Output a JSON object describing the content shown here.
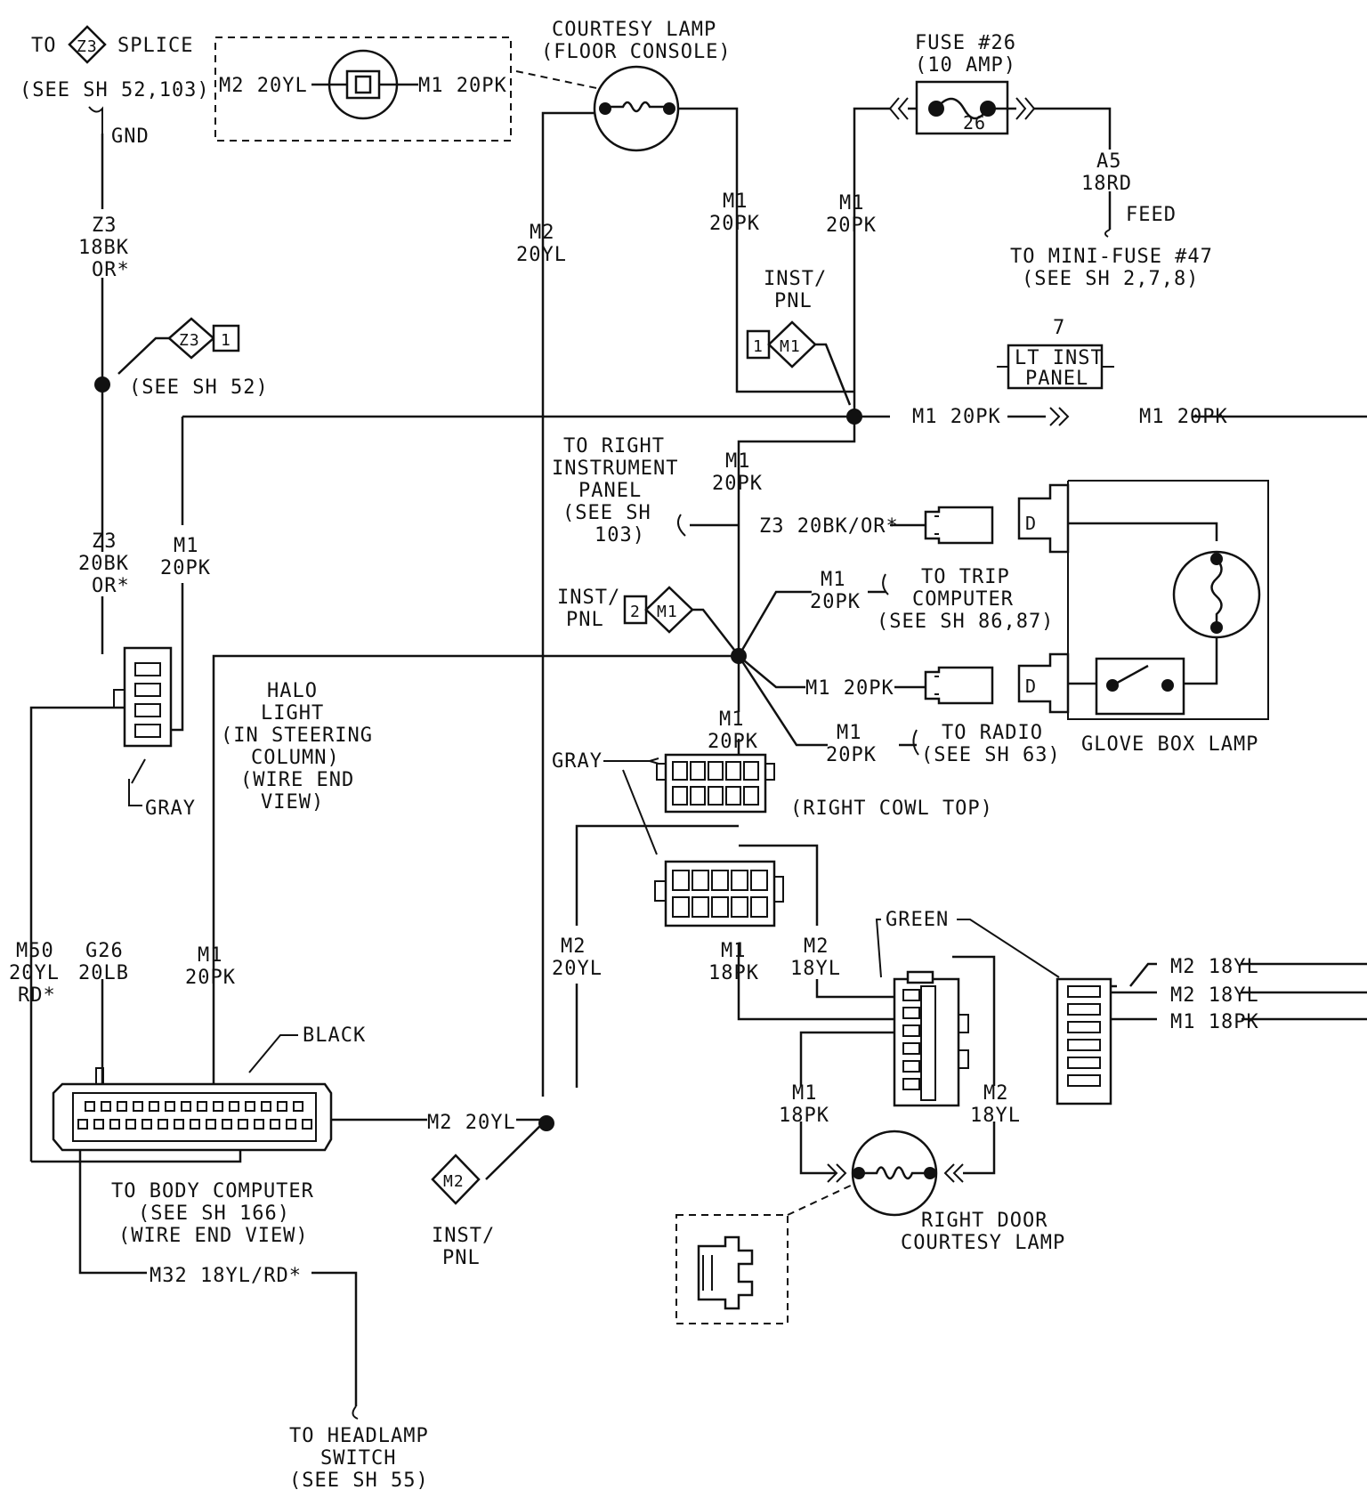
{
  "labels": {
    "splice_to": "TO",
    "splice_word": "SPLICE",
    "splice_ref": "(SEE SH 52,103)",
    "gnd": "GND",
    "z3_top_1": "Z3",
    "z3_top_2": "18BK",
    "z3_top_3": "OR*",
    "see_sh_52": "(SEE SH 52)",
    "z3_mid_1": "Z3",
    "z3_mid_2": "20BK",
    "z3_mid_3": "OR*",
    "m1_left_1": "M1",
    "m1_left_2": "20PK",
    "gray_left": "GRAY",
    "halo_1": "HALO",
    "halo_2": "LIGHT",
    "halo_3": "(IN STEERING",
    "halo_4": "COLUMN)",
    "halo_5": "(WIRE END",
    "halo_6": "VIEW)",
    "m50_1": "M50",
    "m50_2": "20YL",
    "m50_3": "RD*",
    "g26_1": "G26",
    "g26_2": "20LB",
    "m1_bc_1": "M1",
    "m1_bc_2": "20PK",
    "black": "BLACK",
    "m2_bc": "M2 20YL",
    "body_comp_1": "TO BODY COMPUTER",
    "body_comp_2": "(SEE SH 166)",
    "body_comp_3": "(WIRE END VIEW)",
    "m32": "M32 18YL/RD*",
    "headlamp_1": "TO HEADLAMP",
    "headlamp_2": "SWITCH",
    "headlamp_3": "(SEE SH 55)",
    "conn_m2": "M2 20YL",
    "conn_m1": "M1 20PK",
    "courtesy_1": "COURTESY LAMP",
    "courtesy_2": "(FLOOR CONSOLE)",
    "m2_center_1": "M2",
    "m2_center_2": "20YL",
    "m1_cl_1": "M1",
    "m1_cl_2": "20PK",
    "m1_fuse_1": "M1",
    "m1_fuse_2": "20PK",
    "fuse_1": "FUSE #26",
    "fuse_2": "(10 AMP)",
    "fuse_num": "26",
    "a5_1": "A5",
    "a5_2": "18RD",
    "feed": "FEED",
    "mini_1": "TO MINI-FUSE #47",
    "mini_2": "(SEE SH 2,7,8)",
    "instpnl_1a": "INST/",
    "instpnl_1b": "PNL",
    "lt_num": "7",
    "lt_1": "LT INST",
    "lt_2": "PANEL",
    "m1_main_1": "M1 20PK",
    "m1_main_2": "M1 20PK",
    "right_ip_1": "TO RIGHT",
    "right_ip_2": "INSTRUMENT",
    "right_ip_3": "PANEL",
    "right_ip_4": "(SEE SH",
    "right_ip_5": "103)",
    "m1_vert_1": "M1",
    "m1_vert_2": "20PK",
    "z3_glove": "Z3 20BK/OR*",
    "instpnl_2a": "INST/",
    "instpnl_2b": "PNL",
    "m1_trip_1": "M1",
    "m1_trip_2": "20PK",
    "trip_1": "TO TRIP",
    "trip_2": "COMPUTER",
    "trip_3": "(SEE SH 86,87)",
    "m1_glove": "M1 20PK",
    "m1_radio_1": "M1",
    "m1_radio_2": "20PK",
    "radio_1": "TO RADIO",
    "radio_2": "(SEE SH 63)",
    "glove_box": "GLOVE BOX LAMP",
    "m1_low_1": "M1",
    "m1_low_2": "20PK",
    "gray_cowl": "GRAY",
    "cowl": "(RIGHT COWL TOP)",
    "m2_low_1": "M2",
    "m2_low_2": "20YL",
    "instpnl_3a": "INST/",
    "instpnl_3b": "PNL",
    "m1_18_1": "M1",
    "m1_18_2": "18PK",
    "m2_18_1": "M2",
    "m2_18_2": "18YL",
    "green": "GREEN",
    "m1_door_1": "M1",
    "m1_door_2": "18PK",
    "m2_door_1": "M2",
    "m2_door_2": "18YL",
    "door_1": "RIGHT DOOR",
    "door_2": "COURTESY LAMP",
    "rt_1": "M2 18YL",
    "rt_2": "M2 18YL",
    "rt_3": "M1 18PK"
  },
  "tags": {
    "z3": "Z3",
    "z3_pin": "1",
    "m1": "M1",
    "m1_pin_1": "1",
    "m1_pin_2": "2",
    "m2": "M2",
    "d": "D"
  }
}
